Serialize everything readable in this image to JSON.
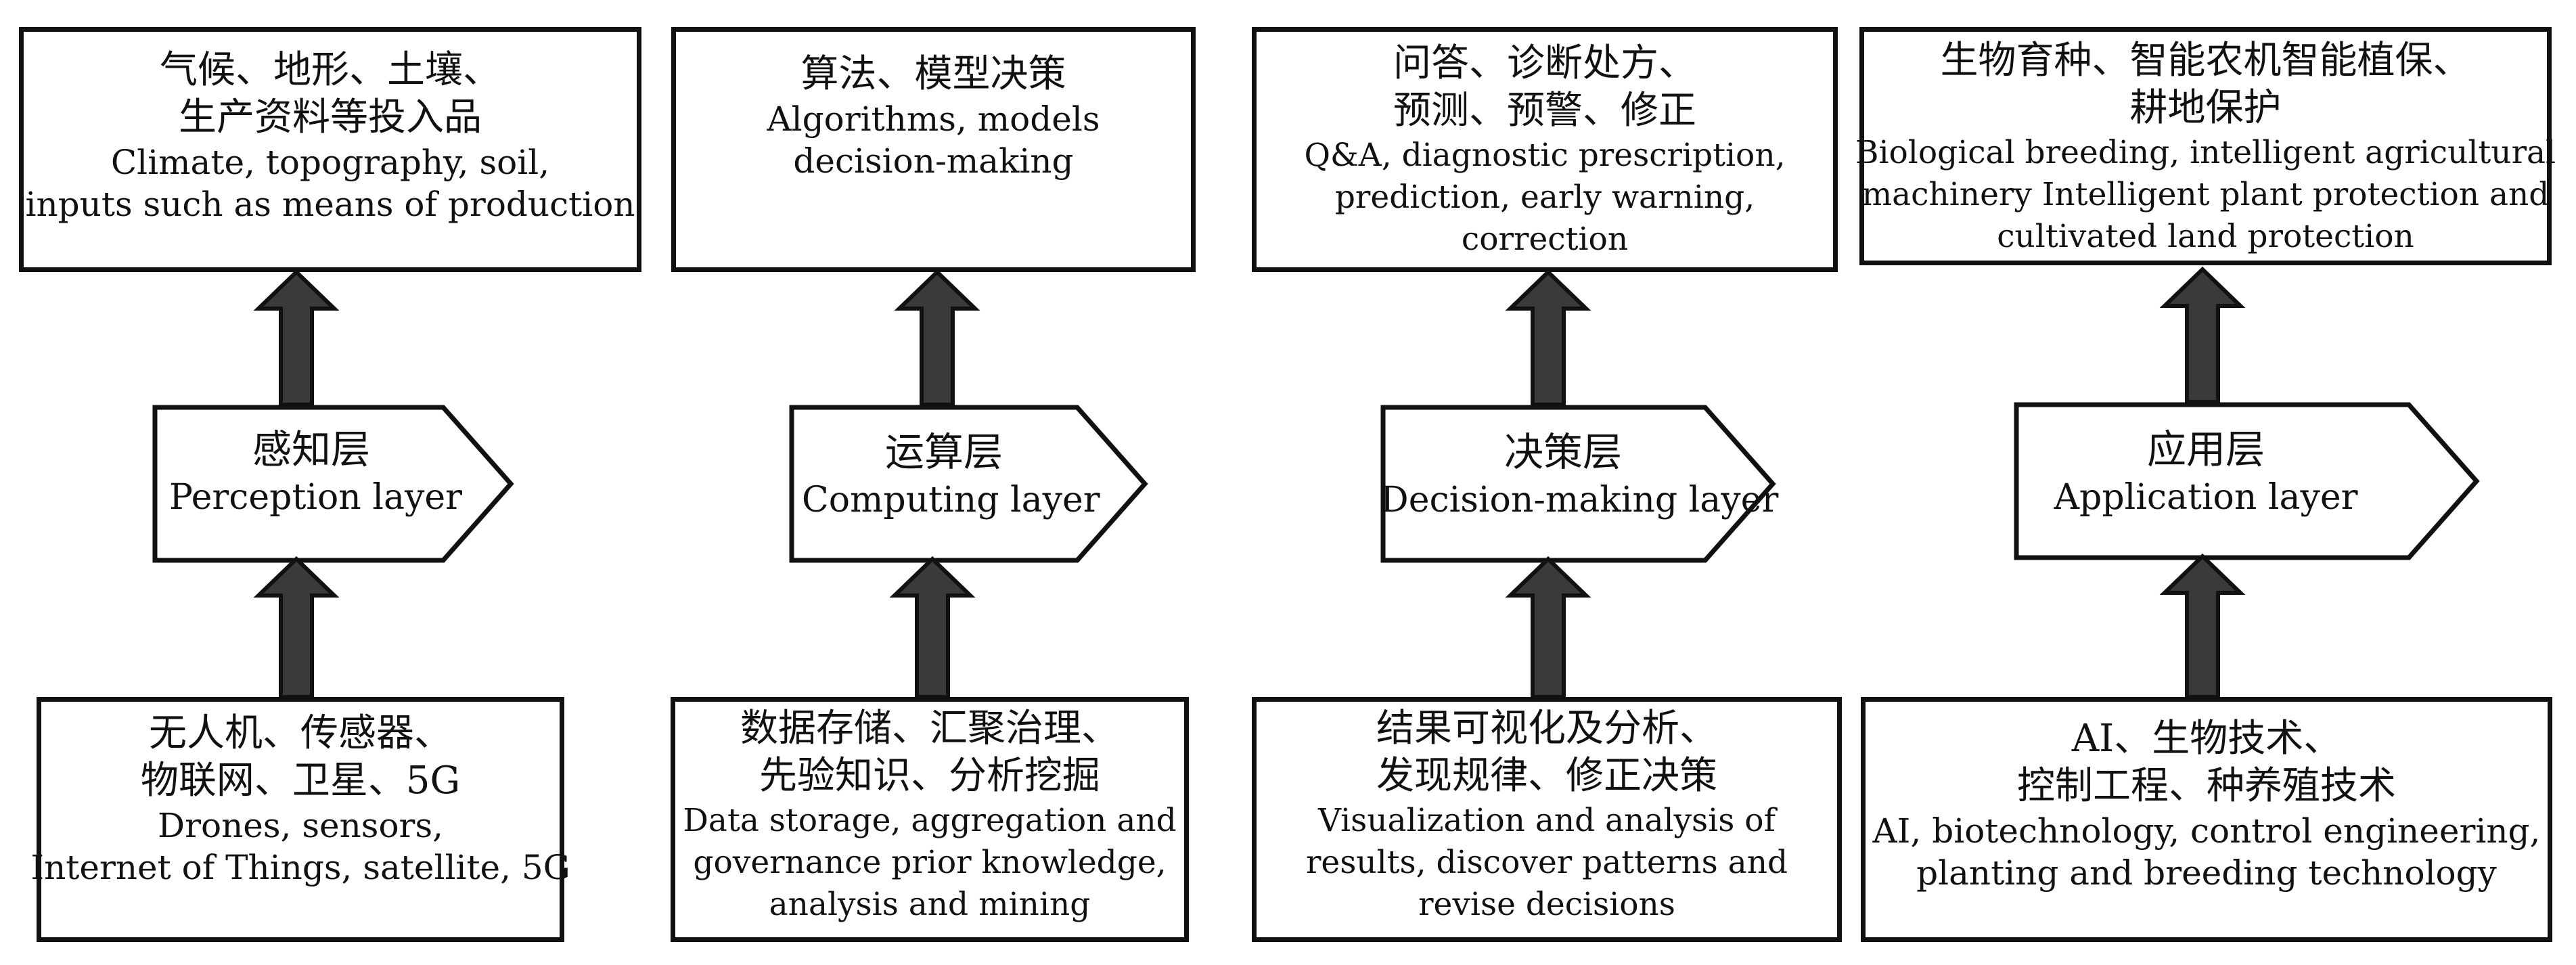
{
  "columns": [
    {
      "top_zh": [
        "气候、地形、土壤、",
        "生产资料等投入品"
      ],
      "top_en": [
        "Climate, topography, soil,",
        "inputs such as means of production"
      ],
      "layer_zh": "感知层",
      "layer_en": "Perception layer",
      "bottom_zh": [
        "无人机、传感器、",
        "物联网、卫星、5G"
      ],
      "bottom_en": [
        "Drones, sensors,",
        "Internet of Things, satellite, 5G"
      ]
    },
    {
      "top_zh": [
        "算法、模型决策"
      ],
      "top_en": [
        "Algorithms, models",
        "decision-making"
      ],
      "layer_zh": "运算层",
      "layer_en": "Computing layer",
      "bottom_zh": [
        "数据存储、汇聚治理、",
        "先验知识、分析挖掘"
      ],
      "bottom_en": [
        "Data storage, aggregation and",
        "governance prior knowledge,",
        "analysis and mining"
      ]
    },
    {
      "top_zh": [
        "问答、诊断处方、",
        "预测、预警、修正"
      ],
      "top_en": [
        "Q&A, diagnostic prescription,",
        "prediction, early warning,",
        "correction"
      ],
      "layer_zh": "决策层",
      "layer_en": "Decision-making layer",
      "bottom_zh": [
        "结果可视化及分析、",
        "发现规律、修正决策"
      ],
      "bottom_en": [
        "Visualization and analysis of",
        "results, discover patterns and",
        "revise decisions"
      ]
    },
    {
      "top_zh": [
        "生物育种、智能农机智能植保、",
        "耕地保护"
      ],
      "top_en": [
        "Biological breeding, intelligent agricultural",
        "machinery Intelligent plant protection and",
        "cultivated land protection"
      ],
      "layer_zh": "应用层",
      "layer_en": "Application layer",
      "bottom_zh": [
        "AI、生物技术、",
        "控制工程、种养殖技术"
      ],
      "bottom_en": [
        "AI, biotechnology, control engineering,",
        "planting and breeding technology"
      ]
    }
  ]
}
